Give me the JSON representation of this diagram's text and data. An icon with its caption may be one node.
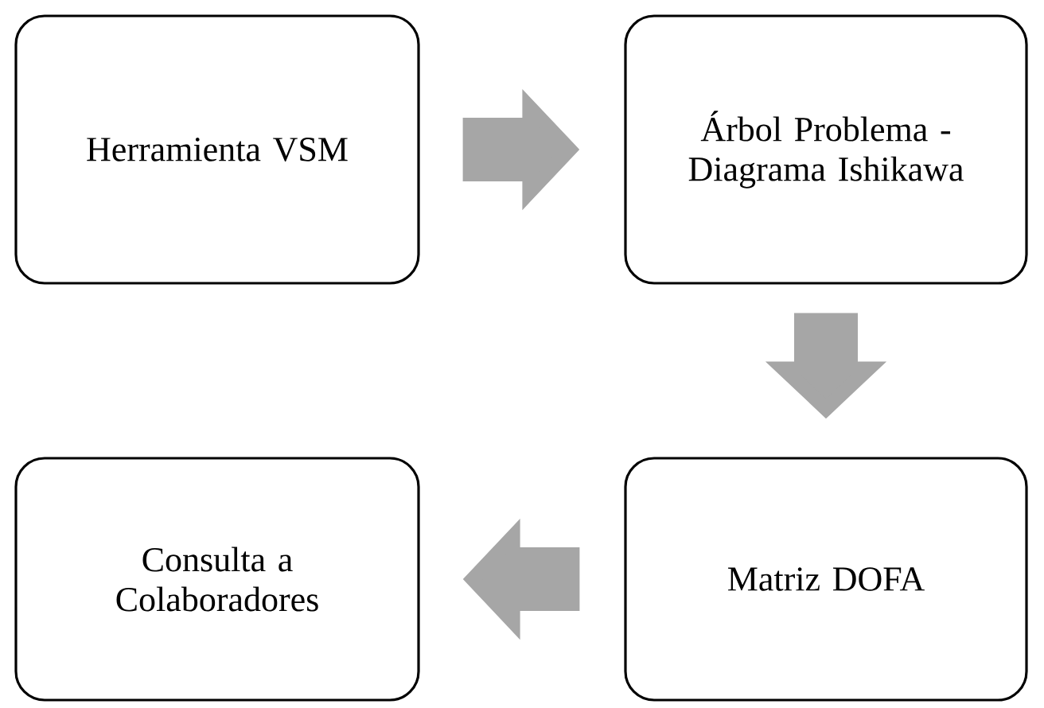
{
  "diagram": {
    "nodes": [
      {
        "text": [
          "Herramienta VSM"
        ]
      },
      {
        "text": [
          "Árbol Problema - Diagrama Ishikawa"
        ]
      },
      {
        "text": [
          "Matriz DOFA"
        ]
      },
      {
        "text": [
          "Consulta a Colaboradores"
        ]
      }
    ],
    "edges": [
      {
        "from": 0,
        "to": 1,
        "arrow": "to"
      },
      {
        "from": 1,
        "to": 2,
        "arrow": "to"
      },
      {
        "from": 2,
        "to": 3,
        "arrow": "to"
      }
    ]
  }
}
